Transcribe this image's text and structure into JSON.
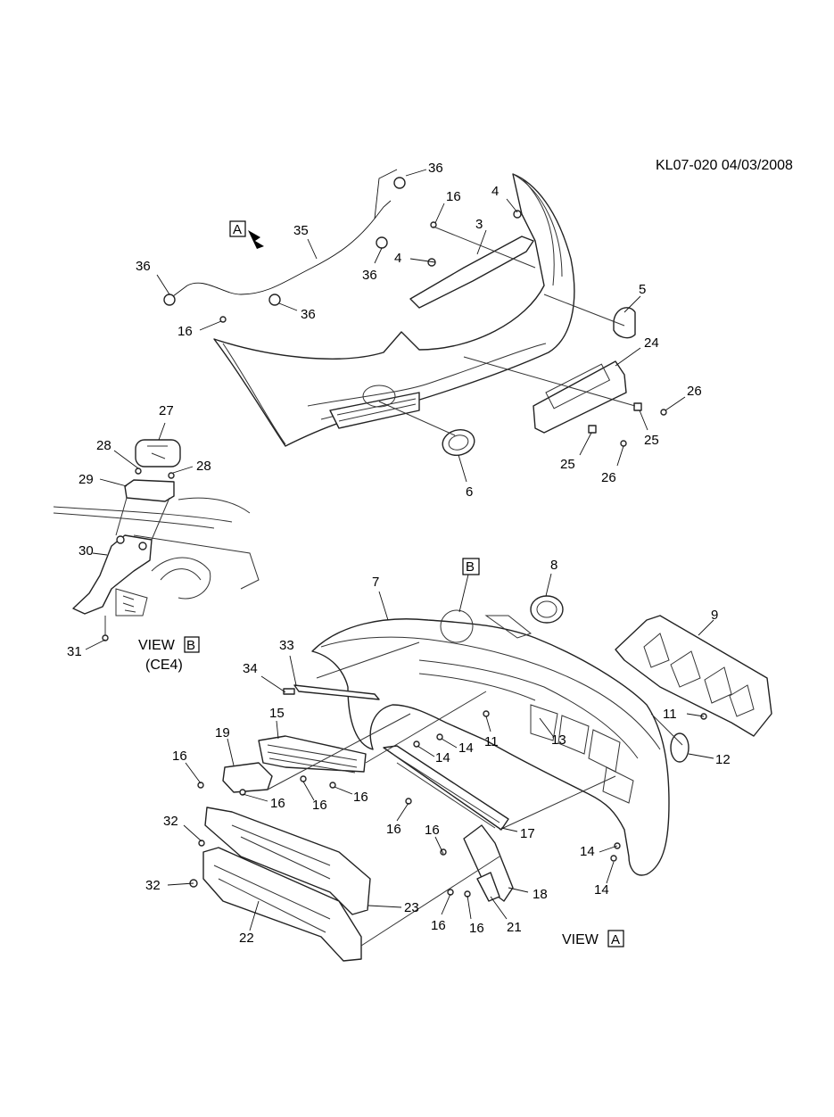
{
  "header": {
    "code": "KL07-020  04/03/2008"
  },
  "views": {
    "view_a_marker": "A",
    "view_b_marker": "B",
    "view_b_word": "VIEW",
    "view_b_letter": "B",
    "view_b_sub": "(CE4)",
    "view_a_word": "VIEW",
    "view_a_letter": "A"
  },
  "callouts": [
    "36",
    "16",
    "4",
    "3",
    "35",
    "36",
    "4",
    "36",
    "36",
    "5",
    "16",
    "24",
    "26",
    "25",
    "25",
    "26",
    "6",
    "27",
    "28",
    "28",
    "29",
    "30",
    "31",
    "8",
    "7",
    "9",
    "33",
    "34",
    "15",
    "11",
    "19",
    "16",
    "14",
    "14",
    "11",
    "13",
    "12",
    "16",
    "16",
    "16",
    "16",
    "16",
    "17",
    "32",
    "14",
    "14",
    "32",
    "18",
    "23",
    "16",
    "16",
    "21",
    "22"
  ]
}
